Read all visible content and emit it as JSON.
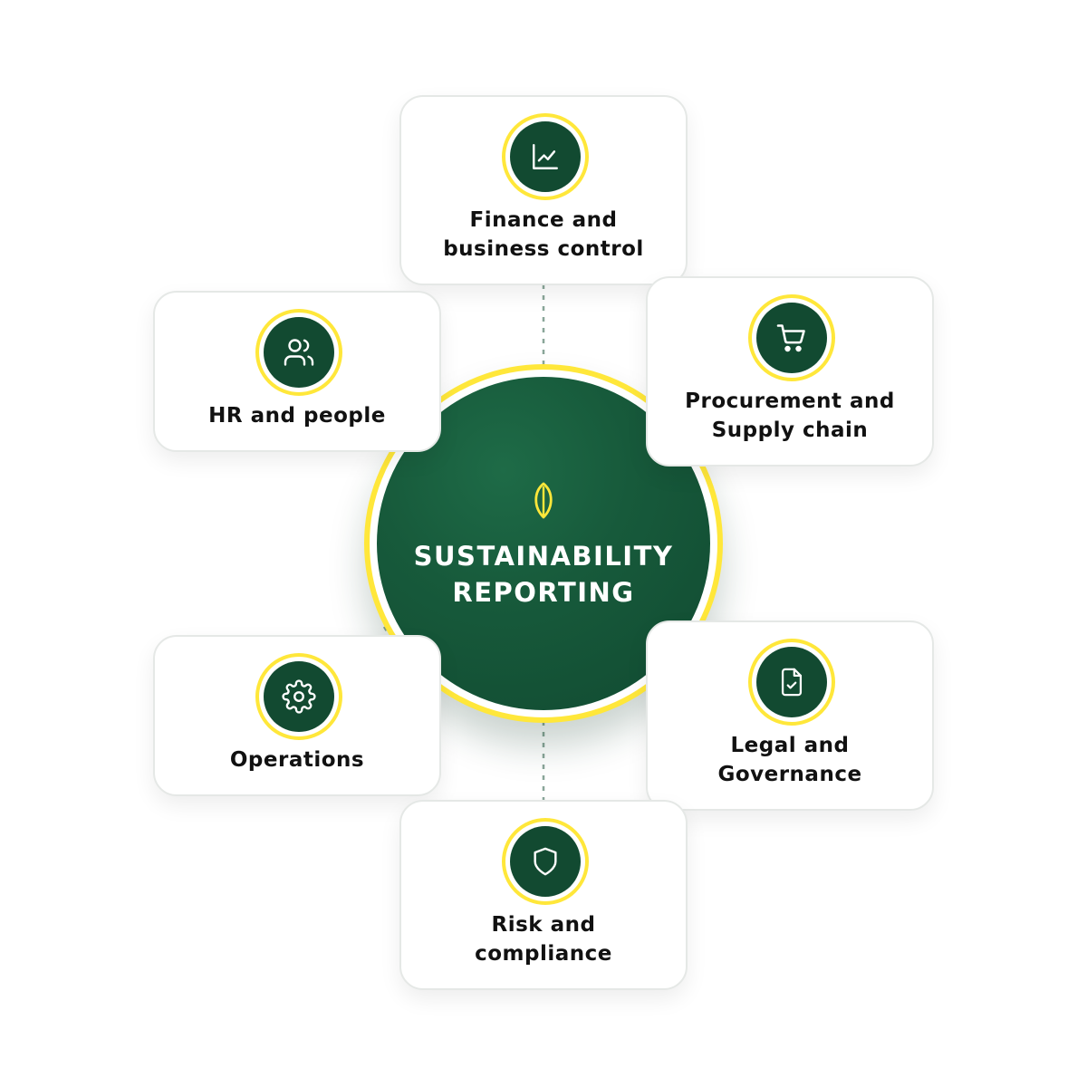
{
  "hub": {
    "title_line1": "SUSTAINABILITY",
    "title_line2": "REPORTING",
    "icon": "leaf-icon"
  },
  "nodes": {
    "finance": {
      "line1": "Finance and",
      "line2": "business control",
      "icon": "line-chart-icon"
    },
    "hr": {
      "line1": "HR and people",
      "icon": "people-icon"
    },
    "procurement": {
      "line1": "Procurement and",
      "line2": "Supply chain",
      "icon": "shopping-cart-icon"
    },
    "operations": {
      "line1": "Operations",
      "icon": "gear-icon"
    },
    "legal": {
      "line1": "Legal and",
      "line2": "Governance",
      "icon": "document-check-icon"
    },
    "risk": {
      "line1": "Risk and",
      "line2": "compliance",
      "icon": "shield-icon"
    }
  },
  "colors": {
    "hub_green": "#175a3b",
    "icon_disc_green": "#124a31",
    "ring_yellow": "#ffe73a",
    "connector": "#8aa699"
  }
}
